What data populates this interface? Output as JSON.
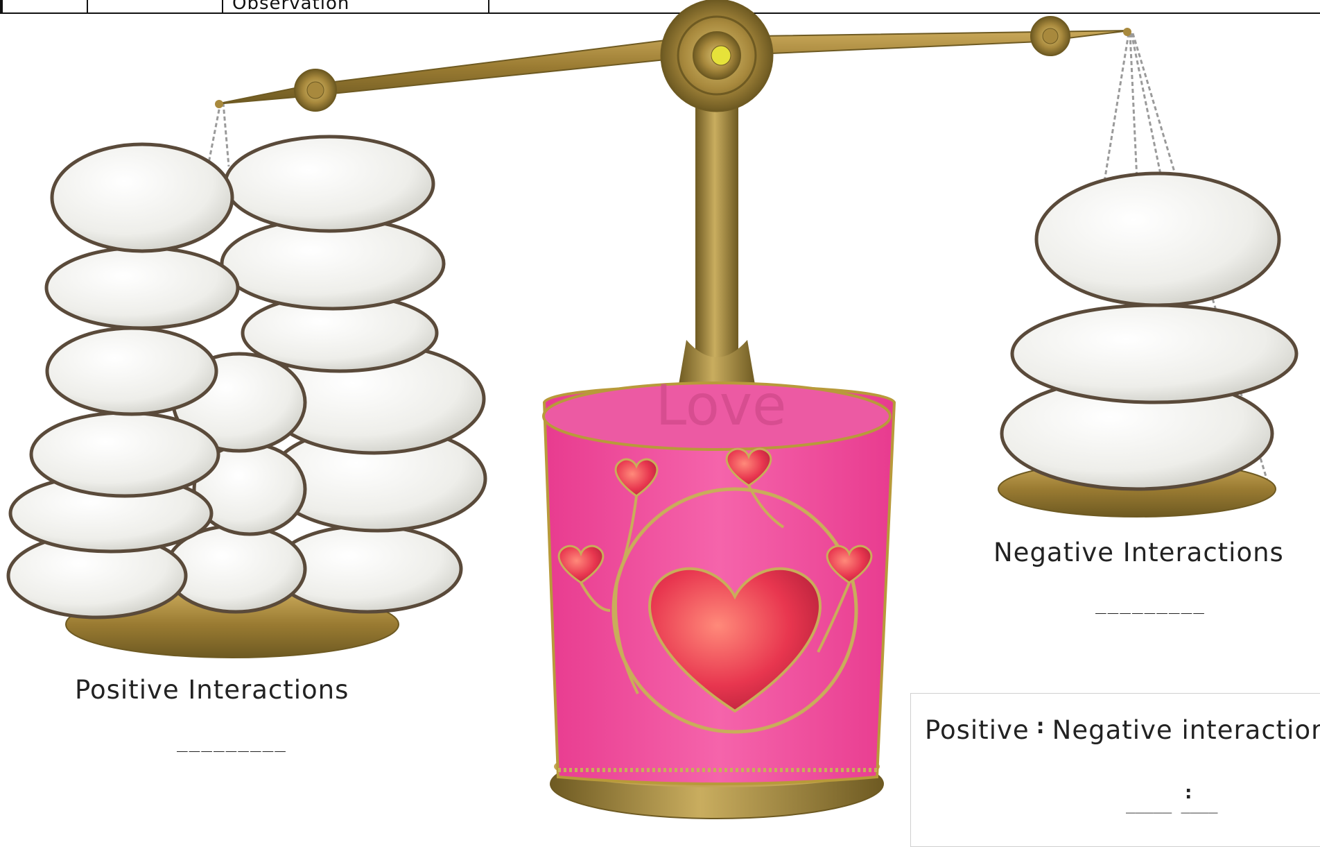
{
  "table_header": {
    "observation_label": "Observation"
  },
  "cup_text": "Love",
  "labels": {
    "positive": "Positive Interactions",
    "negative": "Negative Interactions",
    "positive_blank": "_________",
    "negative_blank": "_________"
  },
  "ratio": {
    "title_left": "Positive",
    "colon": ":",
    "title_right": "Negative interaction",
    "blank_left": "_____",
    "blank_right": "____"
  },
  "colors": {
    "brass": "#a8893d",
    "brass_dark": "#6e5a22",
    "cup_pink": "#f0479a",
    "heart_red": "#e8364f",
    "stone": "#eeeeea",
    "stone_shadow": "#5a4a3a"
  }
}
